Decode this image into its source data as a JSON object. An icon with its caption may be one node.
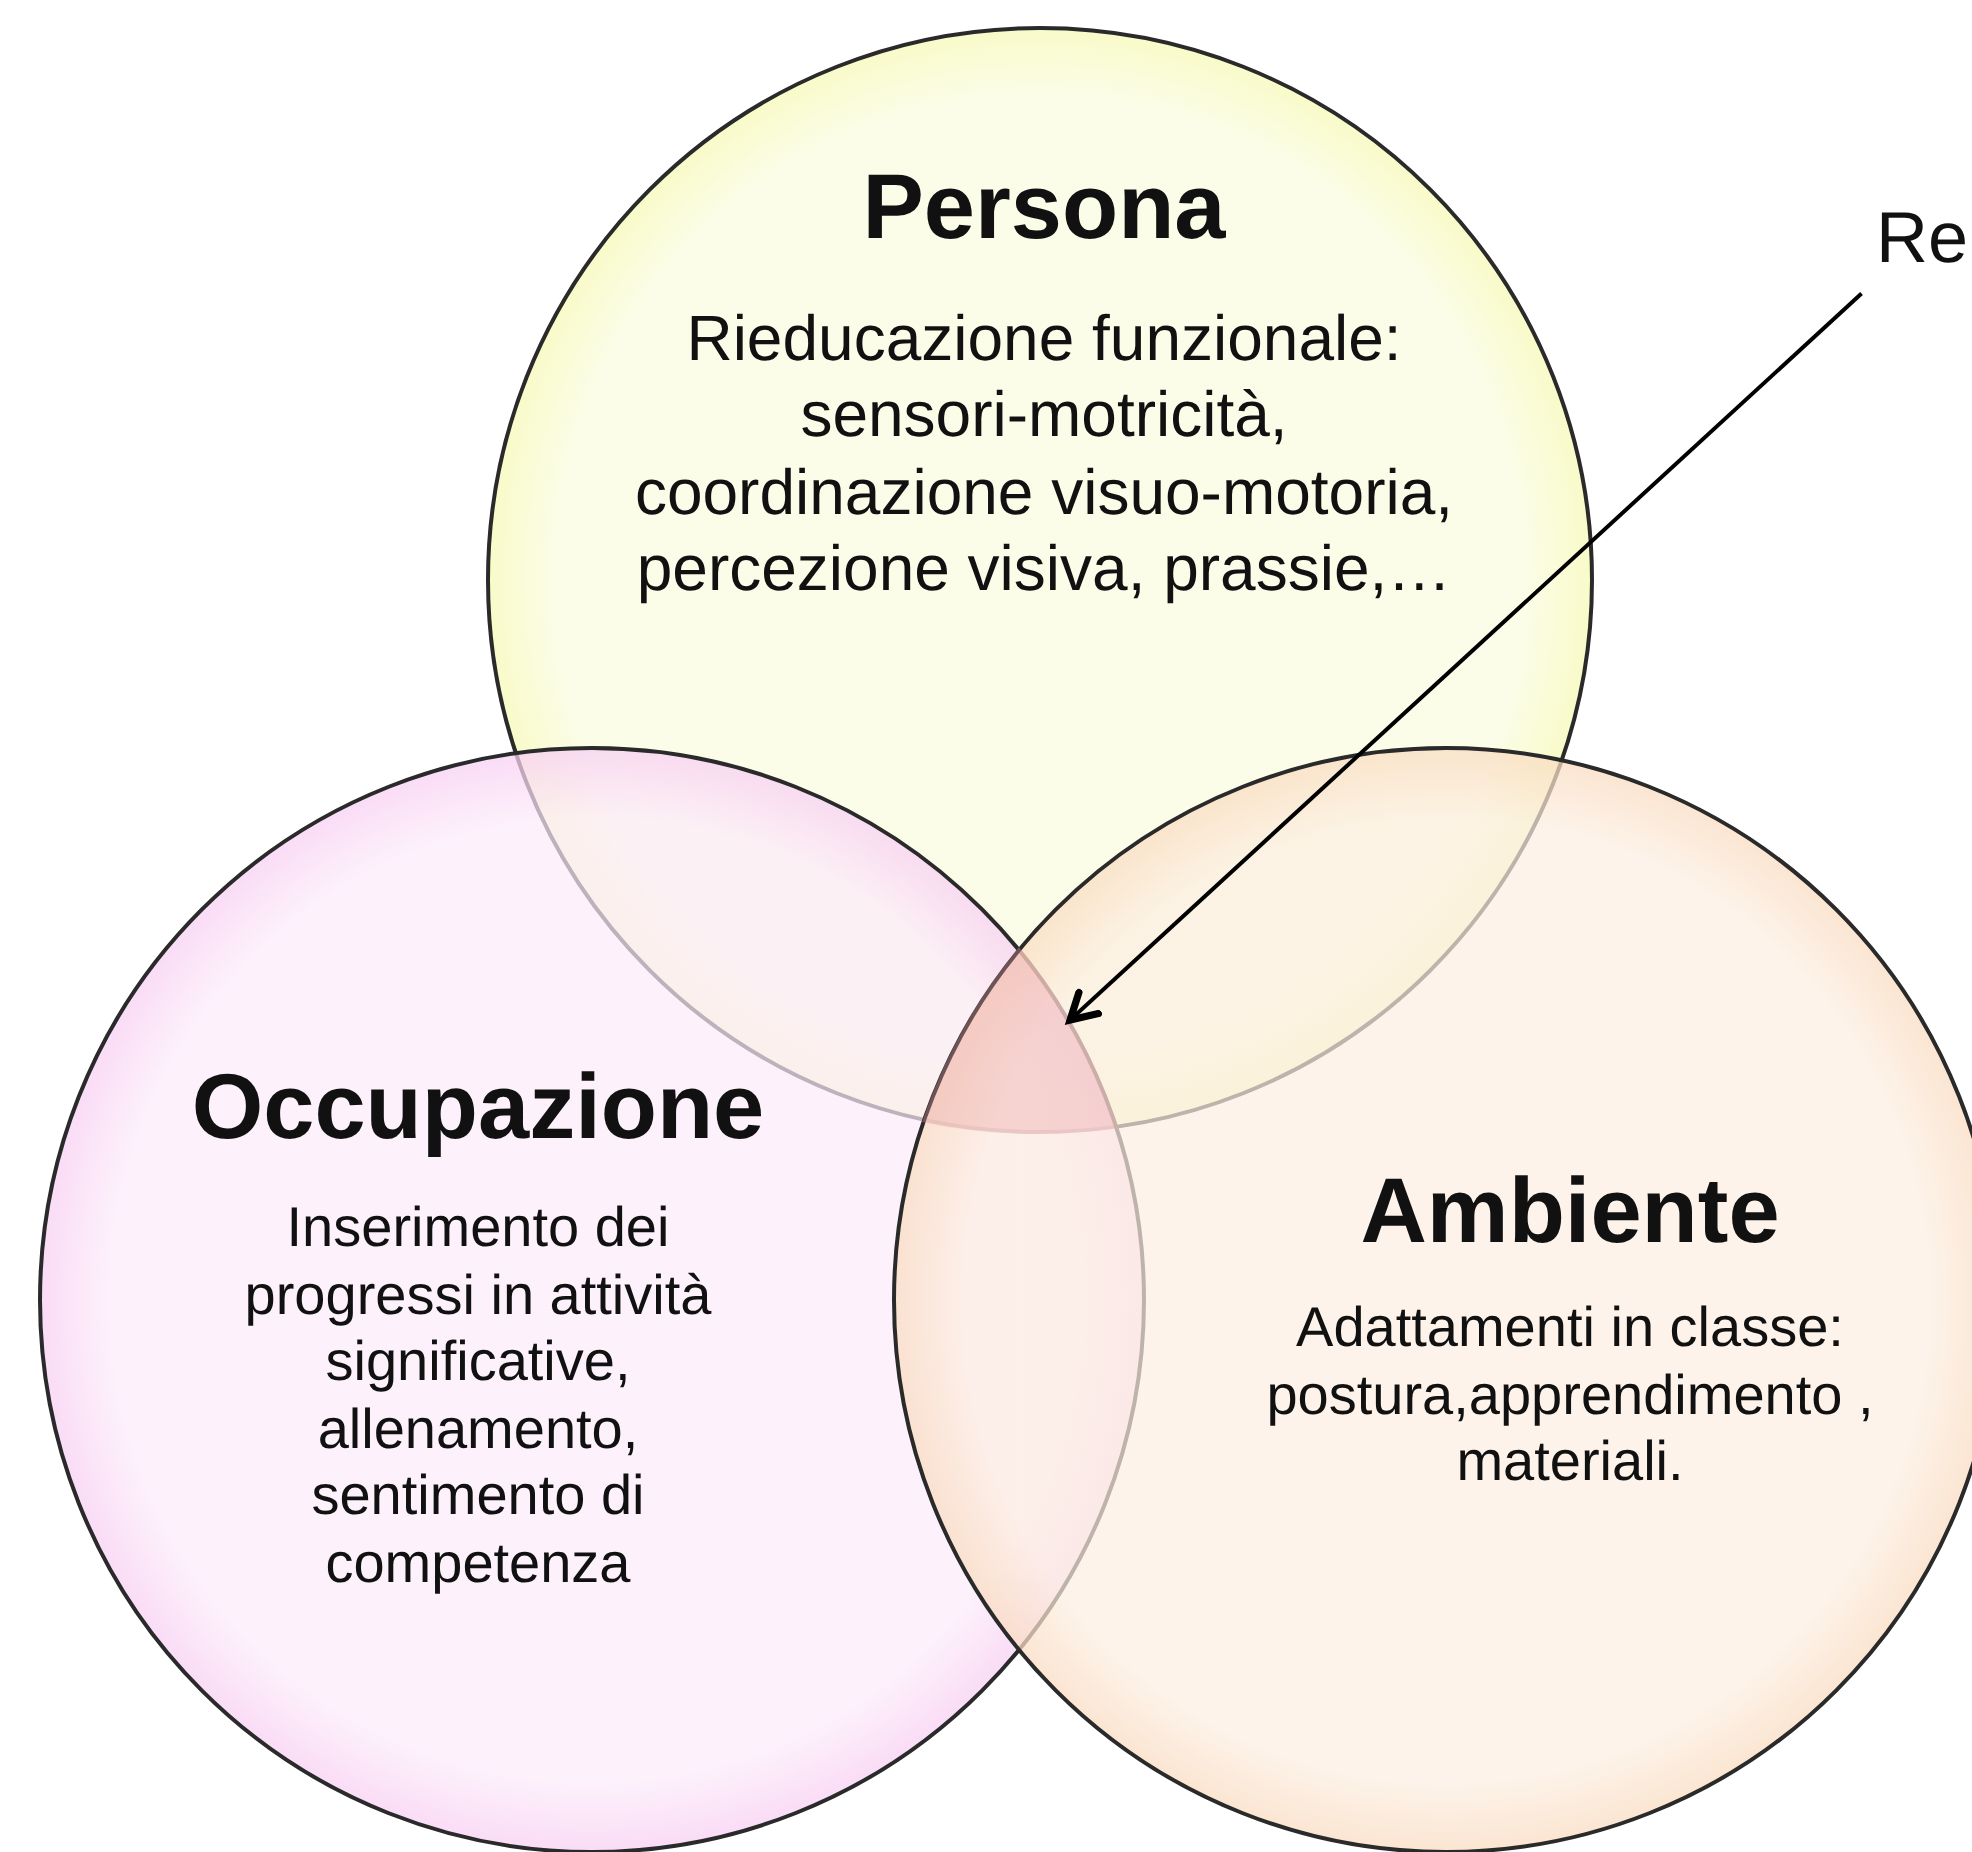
{
  "diagram": {
    "nodes": [
      {
        "text": [
          "Persona",
          "Rieducazione funzionale: sensori-motricità, coordinazione visuo-motoria, percezione visiva, prassie,…"
        ]
      },
      {
        "text": [
          "Occupazione",
          "Inserimento dei progressi in attività significative, allenamento, sentimento di competenza"
        ]
      },
      {
        "text": [
          "Ambiente",
          "Adattamenti in classe: postura,apprendimento , materiali."
        ]
      },
      {
        "text": [
          "Re"
        ]
      },
      {
        "text": [],
        "shape": "triangle"
      }
    ],
    "edges": [
      {
        "from": 3,
        "to": 4,
        "arrow": "to"
      }
    ]
  }
}
